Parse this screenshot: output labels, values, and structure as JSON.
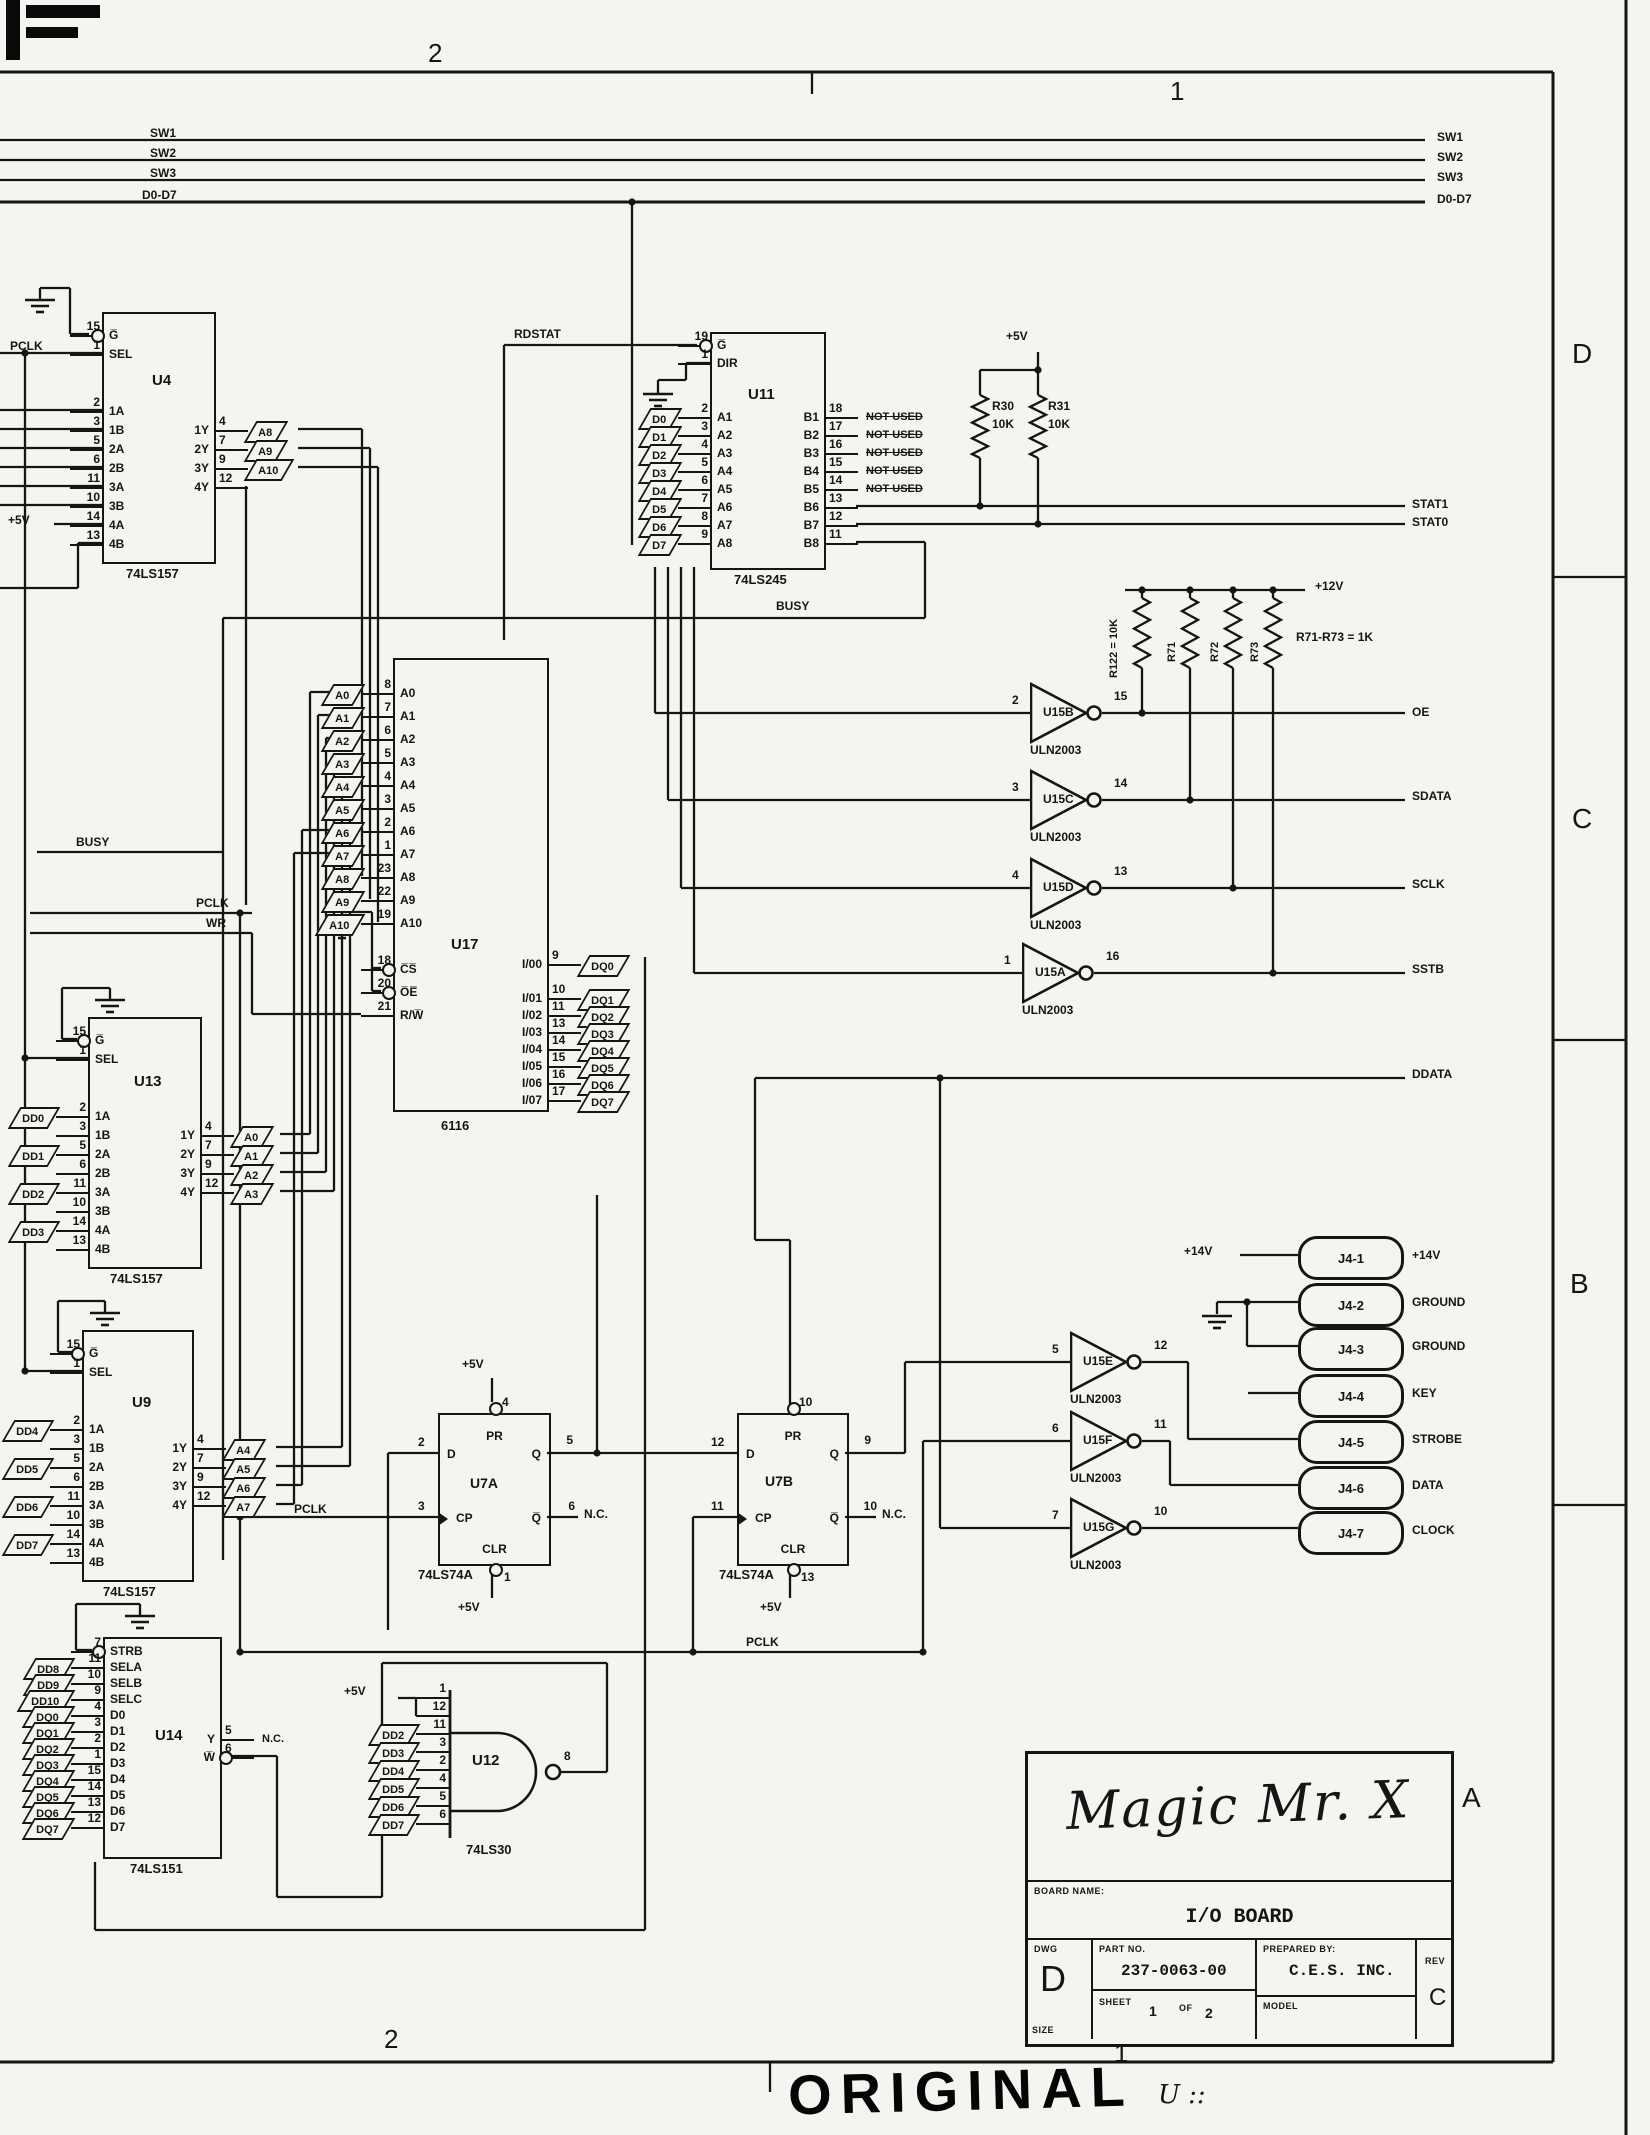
{
  "sheet": {
    "zones": [
      "D",
      "C",
      "B",
      "A"
    ],
    "grid_top": [
      "2",
      "1"
    ],
    "grid_bottom": [
      "2",
      "1"
    ],
    "stamp": "ORIGINAL",
    "stamp_note": "U ::"
  },
  "bus": {
    "labels": [
      "SW1",
      "SW2",
      "SW3",
      "D0-D7"
    ]
  },
  "nets": {
    "rdstat": "RDSTAT",
    "busy": "BUSY",
    "stat1": "STAT1",
    "stat0": "STAT0",
    "oe": "OE",
    "sdata": "SDATA",
    "sclk": "SCLK",
    "sstb": "SSTB",
    "ddata": "DDATA",
    "pclk": "PCLK",
    "wr": "WR",
    "nc": "N.C."
  },
  "power": {
    "p5": "+5V",
    "p12": "+12V",
    "p14": "+14V"
  },
  "resistors": {
    "r30": {
      "ref": "R30",
      "value": "10K"
    },
    "r31": {
      "ref": "R31",
      "value": "10K"
    },
    "r122": "R122 = 10K",
    "r71": "R71",
    "r72": "R72",
    "r73": "R73",
    "note": "R71-R73 = 1K"
  },
  "chips": {
    "u4": {
      "ref": "U4",
      "part": "74LS157",
      "left": [
        {
          "n": "15",
          "p": "G̅",
          "b": 1
        },
        {
          "n": "1",
          "p": "SEL"
        },
        {},
        {},
        {
          "n": "2",
          "p": "1A"
        },
        {
          "n": "3",
          "p": "1B"
        },
        {
          "n": "5",
          "p": "2A"
        },
        {
          "n": "6",
          "p": "2B"
        },
        {
          "n": "11",
          "p": "3A"
        },
        {
          "n": "10",
          "p": "3B"
        },
        {
          "n": "14",
          "p": "4A"
        },
        {
          "n": "13",
          "p": "4B"
        }
      ],
      "right": [
        {},
        {},
        {},
        {},
        {},
        {
          "p": "1Y",
          "n": "4",
          "f": "A8"
        },
        {
          "p": "2Y",
          "n": "7",
          "f": "A9"
        },
        {
          "p": "3Y",
          "n": "9",
          "f": "A10"
        },
        {
          "p": "4Y",
          "n": "12"
        }
      ]
    },
    "u13": {
      "ref": "U13",
      "part": "74LS157",
      "left": [
        {
          "n": "15",
          "p": "G̅",
          "b": 1
        },
        {
          "n": "1",
          "p": "SEL"
        },
        {},
        {},
        {
          "n": "2",
          "p": "1A",
          "f": "DD0"
        },
        {
          "n": "3",
          "p": "1B"
        },
        {
          "n": "5",
          "p": "2A",
          "f": "DD1"
        },
        {
          "n": "6",
          "p": "2B"
        },
        {
          "n": "11",
          "p": "3A",
          "f": "DD2"
        },
        {
          "n": "10",
          "p": "3B"
        },
        {
          "n": "14",
          "p": "4A",
          "f": "DD3"
        },
        {
          "n": "13",
          "p": "4B"
        }
      ],
      "right": [
        {},
        {},
        {},
        {},
        {},
        {
          "p": "1Y",
          "n": "4",
          "f": "A0"
        },
        {
          "p": "2Y",
          "n": "7",
          "f": "A1"
        },
        {
          "p": "3Y",
          "n": "9",
          "f": "A2"
        },
        {
          "p": "4Y",
          "n": "12",
          "f": "A3"
        }
      ]
    },
    "u9": {
      "ref": "U9",
      "part": "74LS157",
      "left": [
        {
          "n": "15",
          "p": "G̅",
          "b": 1
        },
        {
          "n": "1",
          "p": "SEL"
        },
        {},
        {},
        {
          "n": "2",
          "p": "1A",
          "f": "DD4"
        },
        {
          "n": "3",
          "p": "1B"
        },
        {
          "n": "5",
          "p": "2A",
          "f": "DD5"
        },
        {
          "n": "6",
          "p": "2B"
        },
        {
          "n": "11",
          "p": "3A",
          "f": "DD6"
        },
        {
          "n": "10",
          "p": "3B"
        },
        {
          "n": "14",
          "p": "4A",
          "f": "DD7"
        },
        {
          "n": "13",
          "p": "4B"
        }
      ],
      "right": [
        {},
        {},
        {},
        {},
        {},
        {
          "p": "1Y",
          "n": "4",
          "f": "A4"
        },
        {
          "p": "2Y",
          "n": "7",
          "f": "A5"
        },
        {
          "p": "3Y",
          "n": "9",
          "f": "A6"
        },
        {
          "p": "4Y",
          "n": "12",
          "f": "A7"
        }
      ]
    },
    "u11": {
      "ref": "U11",
      "part": "74LS245",
      "left": [
        {
          "n": "19",
          "p": "G̅",
          "b": 1
        },
        {
          "n": "1",
          "p": "DIR"
        },
        {},
        {},
        {
          "n": "2",
          "p": "A1",
          "f": "D0"
        },
        {
          "n": "3",
          "p": "A2",
          "f": "D1"
        },
        {
          "n": "4",
          "p": "A3",
          "f": "D2"
        },
        {
          "n": "5",
          "p": "A4",
          "f": "D3"
        },
        {
          "n": "6",
          "p": "A5",
          "f": "D4"
        },
        {
          "n": "7",
          "p": "A6",
          "f": "D5"
        },
        {
          "n": "8",
          "p": "A7",
          "f": "D6"
        },
        {
          "n": "9",
          "p": "A8",
          "f": "D7"
        }
      ],
      "right": [
        {},
        {},
        {},
        {},
        {
          "p": "B1",
          "n": "18",
          "f": "NOT USED"
        },
        {
          "p": "B2",
          "n": "17",
          "f": "NOT USED"
        },
        {
          "p": "B3",
          "n": "16",
          "f": "NOT USED"
        },
        {
          "p": "B4",
          "n": "15",
          "f": "NOT USED"
        },
        {
          "p": "B5",
          "n": "14",
          "f": "NOT USED"
        },
        {
          "p": "B6",
          "n": "13"
        },
        {
          "p": "B7",
          "n": "12"
        },
        {
          "p": "B8",
          "n": "11"
        }
      ]
    },
    "u17": {
      "ref": "U17",
      "part": "6116",
      "left": [
        {
          "n": "8",
          "p": "A0",
          "f": "A0"
        },
        {
          "n": "7",
          "p": "A1",
          "f": "A1"
        },
        {
          "n": "6",
          "p": "A2",
          "f": "A2"
        },
        {
          "n": "5",
          "p": "A3",
          "f": "A3"
        },
        {
          "n": "4",
          "p": "A4",
          "f": "A4"
        },
        {
          "n": "3",
          "p": "A5",
          "f": "A5"
        },
        {
          "n": "2",
          "p": "A6",
          "f": "A6"
        },
        {
          "n": "1",
          "p": "A7",
          "f": "A7"
        },
        {
          "n": "23",
          "p": "A8",
          "f": "A8"
        },
        {
          "n": "22",
          "p": "A9",
          "f": "A9"
        },
        {
          "n": "19",
          "p": "A10",
          "f": "A10"
        },
        {},
        {
          "n": "18",
          "p": "C̅S̅",
          "b": 1
        },
        {
          "n": "20",
          "p": "O̅E̅",
          "b": 1
        },
        {
          "n": "21",
          "p": "R/W̅"
        }
      ],
      "right": [
        {
          "p": "I/00",
          "n": "9",
          "f": "DQ0"
        },
        {},
        {
          "p": "I/01",
          "n": "10",
          "f": "DQ1"
        },
        {
          "p": "I/02",
          "n": "11",
          "f": "DQ2"
        },
        {
          "p": "I/03",
          "n": "13",
          "f": "DQ3"
        },
        {
          "p": "I/04",
          "n": "14",
          "f": "DQ4"
        },
        {
          "p": "I/05",
          "n": "15",
          "f": "DQ5"
        },
        {
          "p": "I/06",
          "n": "16",
          "f": "DQ6"
        },
        {
          "p": "I/07",
          "n": "17",
          "f": "DQ7"
        }
      ]
    },
    "u14": {
      "ref": "U14",
      "part": "74LS151",
      "left": [
        {
          "n": "7",
          "p": "STRB",
          "b": 1
        },
        {
          "n": "11",
          "p": "SELA",
          "f": "DD8"
        },
        {
          "n": "10",
          "p": "SELB",
          "f": "DD9"
        },
        {
          "n": "9",
          "p": "SELC",
          "f": "DD10"
        },
        {
          "n": "4",
          "p": "D0",
          "f": "DQ0"
        },
        {
          "n": "3",
          "p": "D1",
          "f": "DQ1"
        },
        {
          "n": "2",
          "p": "D2",
          "f": "DQ2"
        },
        {
          "n": "1",
          "p": "D3",
          "f": "DQ3"
        },
        {
          "n": "15",
          "p": "D4",
          "f": "DQ4"
        },
        {
          "n": "14",
          "p": "D5",
          "f": "DQ5"
        },
        {
          "n": "13",
          "p": "D6",
          "f": "DQ6"
        },
        {
          "n": "12",
          "p": "D7",
          "f": "DQ7"
        }
      ],
      "right": [
        {
          "p": "Y",
          "n": "5",
          "f": "N.C."
        },
        {
          "p": "W̅",
          "n": "6",
          "b": 1
        }
      ]
    },
    "nand": {
      "ref": "U12",
      "part": "74LS30",
      "out": "8",
      "left": [
        {
          "n": "1"
        },
        {
          "n": "12"
        },
        {
          "n": "11",
          "f": "DD2"
        },
        {
          "n": "3",
          "f": "DD3"
        },
        {
          "n": "2",
          "f": "DD4"
        },
        {
          "n": "4",
          "f": "DD5"
        },
        {
          "n": "5",
          "f": "DD6"
        },
        {
          "n": "6",
          "f": "DD7"
        }
      ]
    }
  },
  "flipflops": {
    "labels": {
      "pr": "PR",
      "clr": "CLR",
      "d": "D",
      "cp": "CP",
      "q": "Q",
      "qb": "Q̅"
    },
    "u7a": {
      "ref": "U7A",
      "part": "74LS74A",
      "pr": "4",
      "clr": "1",
      "d": "2",
      "cp": "3",
      "q": "5",
      "qb": "6"
    },
    "u7b": {
      "ref": "U7B",
      "part": "74LS74A",
      "pr": "10",
      "clr": "13",
      "d": "12",
      "cp": "11",
      "q": "9",
      "qb": "10"
    }
  },
  "drivers": [
    {
      "ref": "U15B",
      "part": "ULN2003",
      "in": "2",
      "out": "15"
    },
    {
      "ref": "U15C",
      "part": "ULN2003",
      "in": "3",
      "out": "14"
    },
    {
      "ref": "U15D",
      "part": "ULN2003",
      "in": "4",
      "out": "13"
    },
    {
      "ref": "U15A",
      "part": "ULN2003",
      "in": "1",
      "out": "16"
    },
    {
      "ref": "U15E",
      "part": "ULN2003",
      "in": "5",
      "out": "12"
    },
    {
      "ref": "U15F",
      "part": "ULN2003",
      "in": "6",
      "out": "11"
    },
    {
      "ref": "U15G",
      "part": "ULN2003",
      "in": "7",
      "out": "10"
    }
  ],
  "connectors": [
    {
      "id": "J4-1",
      "label": "+14V"
    },
    {
      "id": "J4-2",
      "label": "GROUND"
    },
    {
      "id": "J4-3",
      "label": "GROUND"
    },
    {
      "id": "J4-4",
      "label": "KEY"
    },
    {
      "id": "J4-5",
      "label": "STROBE"
    },
    {
      "id": "J4-6",
      "label": "DATA"
    },
    {
      "id": "J4-7",
      "label": "CLOCK"
    }
  ],
  "title_block": {
    "title_script": "Magic Mr. X",
    "board_name_label": "BOARD NAME:",
    "board_name": "I/O BOARD",
    "size_label": "DWG",
    "size_label2": "SIZE",
    "size": "D",
    "part_no_label": "PART NO.",
    "part_no": "237-0063-00",
    "prepared_label": "PREPARED BY:",
    "prepared_by": "C.E.S. INC.",
    "model_label": "MODEL",
    "rev_label": "REV",
    "rev": "C",
    "sheet_label": "SHEET",
    "sheet": "1",
    "of": "OF",
    "total": "2"
  }
}
